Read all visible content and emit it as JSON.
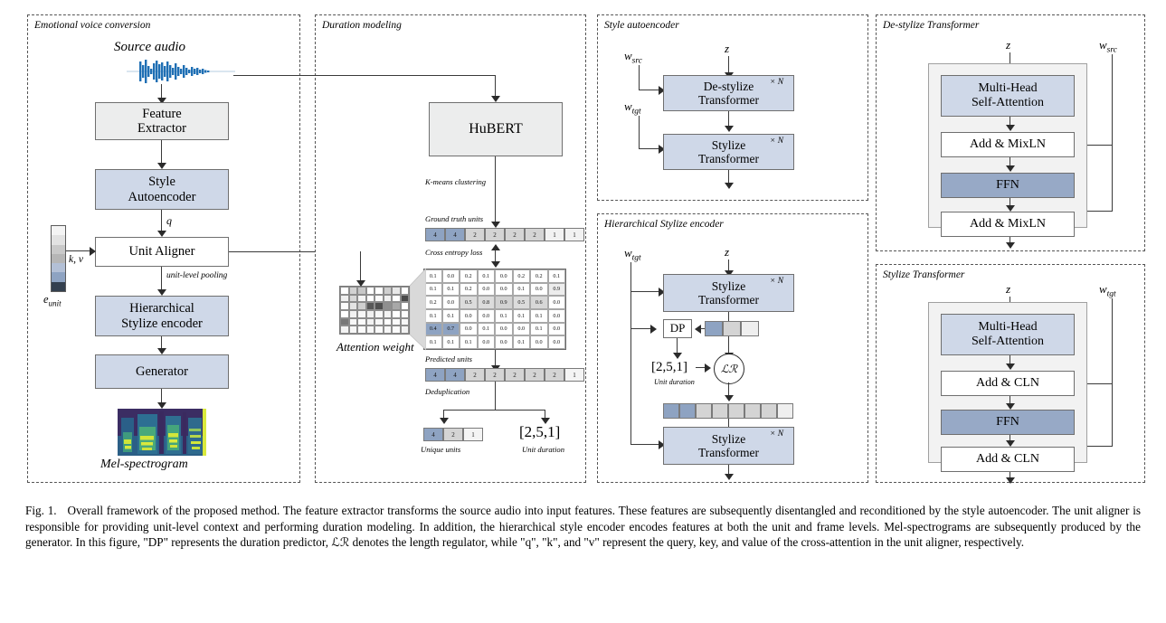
{
  "figure": {
    "caption_label": "Fig. 1.",
    "caption_text": "Overall framework of the proposed method. The feature extractor transforms the source audio into input features. These features are subsequently disentangled and reconditioned by the style autoencoder. The unit aligner is responsible for providing unit-level context and performing duration modeling. In addition, the hierarchical style encoder encodes features at both the unit and frame levels. Mel-spectrograms are subsequently produced by the generator. In this figure, \"DP\" represents the duration predictor, ℒℛ denotes the length regulator, while \"q\", \"k\", and \"v\" represent the query, key, and value of the cross-attention in the unit aligner, respectively."
  },
  "panels": {
    "evc": {
      "title": "Emotional voice conversion",
      "source_audio_label": "Source audio",
      "blocks": [
        {
          "label": "Feature\nExtractor",
          "style": "gray"
        },
        {
          "label": "Style\nAutoencoder",
          "style": "blue"
        },
        {
          "label": "Unit Aligner",
          "style": "white"
        },
        {
          "label": "Hierarchical\nStylize encoder",
          "style": "blue"
        },
        {
          "label": "Generator",
          "style": "blue"
        }
      ],
      "block_feature_extractor": "Feature Extractor",
      "block_style_autoencoder": "Style Autoencoder",
      "block_unit_aligner": "Unit Aligner",
      "block_hier_stylize": "Hierarchical Stylize encoder",
      "block_generator": "Generator",
      "edge_q": "q",
      "edge_kv": "k, v",
      "edge_pooling": "unit-level pooling",
      "eunit_label": "e",
      "eunit_sub": "unit",
      "mel_label": "Mel-spectrogram",
      "eunit_colors": [
        "#f4f4f4",
        "#e2e2e2",
        "#c9c9c9",
        "#b6b6b6",
        "#b3c0d6",
        "#8ea3c2",
        "#34404f"
      ]
    },
    "duration": {
      "title": "Duration modeling",
      "hubert_label": "HuBERT",
      "kmeans_label": "K-means clustering",
      "ground_truth_label": "Ground truth units",
      "cross_entropy_label": "Cross entropy loss",
      "predicted_label": "Predicted units",
      "dedup_label": "Deduplication",
      "attention_label": "Attention weight",
      "unique_units_label": "Unique units",
      "unit_duration_label": "Unit duration",
      "unit_duration_value": "[2,5,1]",
      "ground_truth_units": [
        "4",
        "4",
        "2",
        "2",
        "2",
        "2",
        "1",
        "1"
      ],
      "predicted_units": [
        "4",
        "4",
        "2",
        "2",
        "2",
        "2",
        "2",
        "1"
      ],
      "unique_units": [
        "4",
        "2",
        "1"
      ],
      "prob_matrix": [
        [
          "0.1",
          "0.0",
          "0.2",
          "0.1",
          "0.0",
          "0.2",
          "0.2",
          "0.1"
        ],
        [
          "0.1",
          "0.1",
          "0.2",
          "0.0",
          "0.0",
          "0.1",
          "0.0",
          "0.9"
        ],
        [
          "0.2",
          "0.0",
          "0.5",
          "0.8",
          "0.9",
          "0.5",
          "0.6",
          "0.0"
        ],
        [
          "0.1",
          "0.1",
          "0.0",
          "0.0",
          "0.1",
          "0.1",
          "0.1",
          "0.0"
        ],
        [
          "0.4",
          "0.7",
          "0.0",
          "0.1",
          "0.0",
          "0.0",
          "0.1",
          "0.0"
        ],
        [
          "0.1",
          "0.1",
          "0.1",
          "0.0",
          "0.0",
          "0.1",
          "0.0",
          "0.0"
        ]
      ],
      "attention_grid": [
        [
          "#ffffff",
          "#d2d2d2",
          "#c7c7c7",
          "#ffffff",
          "#ffffff",
          "#cfcfcf",
          "#e8e8e8",
          "#ffffff"
        ],
        [
          "#f0f0f0",
          "#d8d8d8",
          "#f4f4f4",
          "#ffffff",
          "#fbfbfb",
          "#f0f0f0",
          "#ffffff",
          "#4a4a4a"
        ],
        [
          "#fcfcfc",
          "#e4e4e4",
          "#cfcfcf",
          "#575757",
          "#4f4f4f",
          "#8f8f8f",
          "#a8a8a8",
          "#ffffff"
        ],
        [
          "#ffffff",
          "#f2f2f2",
          "#f7f7f7",
          "#f0f0f0",
          "#f7f7f7",
          "#f4f4f4",
          "#ffffff",
          "#fbfbfb"
        ],
        [
          "#787878",
          "#f7f7f7",
          "#fbfbfb",
          "#f2f2f2",
          "#f7f7f7",
          "#ffffff",
          "#fbfbfb",
          "#f7f7f7"
        ],
        [
          "#f4f4f4",
          "#f7f7f7",
          "#fbfbfb",
          "#f7f7f7",
          "#fbfbfb",
          "#f7f7f7",
          "#fbfbfb",
          "#f2f2f2"
        ]
      ]
    },
    "style_autoencoder": {
      "title": "Style autoencoder",
      "input_z": "z",
      "w_src": "w",
      "w_src_sub": "src",
      "w_tgt": "w",
      "w_tgt_sub": "tgt",
      "block_destylize": "De-stylize Transformer",
      "block_stylize": "Stylize Transformer",
      "repeat": "× N"
    },
    "hier_stylize": {
      "title": "Hierarchical Stylize encoder",
      "input_z": "z",
      "w_tgt": "w",
      "w_tgt_sub": "tgt",
      "block_stylize_top": "Stylize Transformer",
      "block_stylize_bottom": "Stylize Transformer",
      "dp_label": "DP",
      "lr_label": "ℒℛ",
      "unit_duration_value": "[2,5,1]",
      "unit_duration_label": "Unit duration",
      "repeat": "× N",
      "unit_seq_colors": [
        "#8ea3c2",
        "#d4d4d4",
        "#eeeeee"
      ],
      "frame_seq_colors": [
        "#8ea3c2",
        "#8ea3c2",
        "#d4d4d4",
        "#d4d4d4",
        "#d4d4d4",
        "#d4d4d4",
        "#d4d4d4",
        "#efefef"
      ]
    },
    "destylize_transformer": {
      "title": "De-stylize Transformer",
      "input_z": "z",
      "w_src": "w",
      "w_src_sub": "src",
      "mhsa": "Multi-Head Self-Attention",
      "add_norm_1": "Add & MixLN",
      "ffn": "FFN",
      "add_norm_2": "Add & MixLN"
    },
    "stylize_transformer": {
      "title": "Stylize Transformer",
      "input_z": "z",
      "w_tgt": "w",
      "w_tgt_sub": "tgt",
      "mhsa": "Multi-Head Self-Attention",
      "add_norm_1": "Add & CLN",
      "ffn": "FFN",
      "add_norm_2": "Add & CLN"
    }
  },
  "colors": {
    "blue_block": "#cfd8e8",
    "dark_blue_block": "#97a9c6",
    "gray_block": "#eceded",
    "outer_block": "#f2f2f2",
    "unit_blue": "#8ea3c2",
    "unit_gray": "#d4d4d4",
    "unit_light": "#efefef",
    "waveform": "#1f6fb4",
    "border": "#6f6f6f"
  }
}
